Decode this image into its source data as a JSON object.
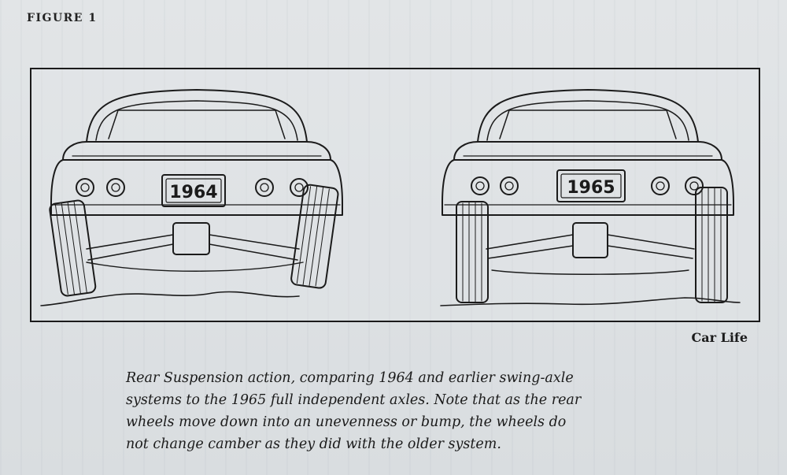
{
  "figure_label": "FIGURE 1",
  "illustration": {
    "left_car": {
      "plate": "1964"
    },
    "right_car": {
      "plate": "1965"
    }
  },
  "credit": "Car Life",
  "caption": {
    "lines": [
      "Rear Suspension action, comparing 1964 and earlier swing-axle",
      "systems to the 1965 full independent axles. Note that as the rear",
      "wheels move down into an unevenness or bump, the wheels do",
      "not change camber as they did with the older system."
    ]
  }
}
